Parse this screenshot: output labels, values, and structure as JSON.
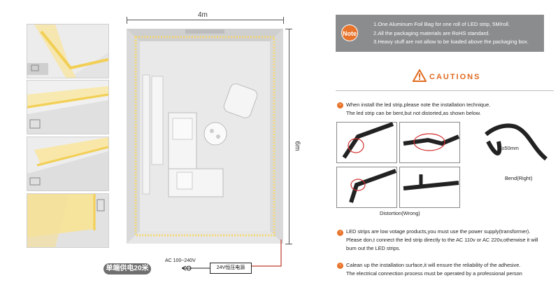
{
  "dimensions": {
    "width_label": "4m",
    "height_label": "6m"
  },
  "power": {
    "single_end_label": "单端供电20米",
    "ac_label": "AC 100~240V",
    "supply_label": "24V恒压电源"
  },
  "note": {
    "badge": "Note",
    "lines": [
      "1.One Aluminum Foil Bag for one roll of LED strip, 5M/roll.",
      "2.All the packaging materials are RoHS standard.",
      "3.Heavy stuff are not allow to be loaded above the packaging box."
    ]
  },
  "cautions": {
    "title": "CAUTIONS",
    "item1": [
      "When install the led strip,please note the installation technique.",
      "The led strip can be bent,but not distorted,as shown below."
    ],
    "distortion_caption": "Distortion(Wrong)",
    "bend_caption": "Bend(Right)",
    "radius_label": "R≥50mm",
    "item2": [
      "LED strips are low votage products,you must use the power supply(transformer).",
      "Please don,t connect the led strip directly to the AC 110v or AC 220v,otherwise it will",
      "burn out the LED strips."
    ],
    "item3": [
      "Calean up the installation surface,it will ensure the reliability of the adhesive.",
      "The electrical connection process must be operated by a professional person"
    ]
  },
  "colors": {
    "accent": "#e8742c",
    "led": "#f5d873",
    "note_bg": "#8b8c8e",
    "wire": "#c0392b"
  }
}
